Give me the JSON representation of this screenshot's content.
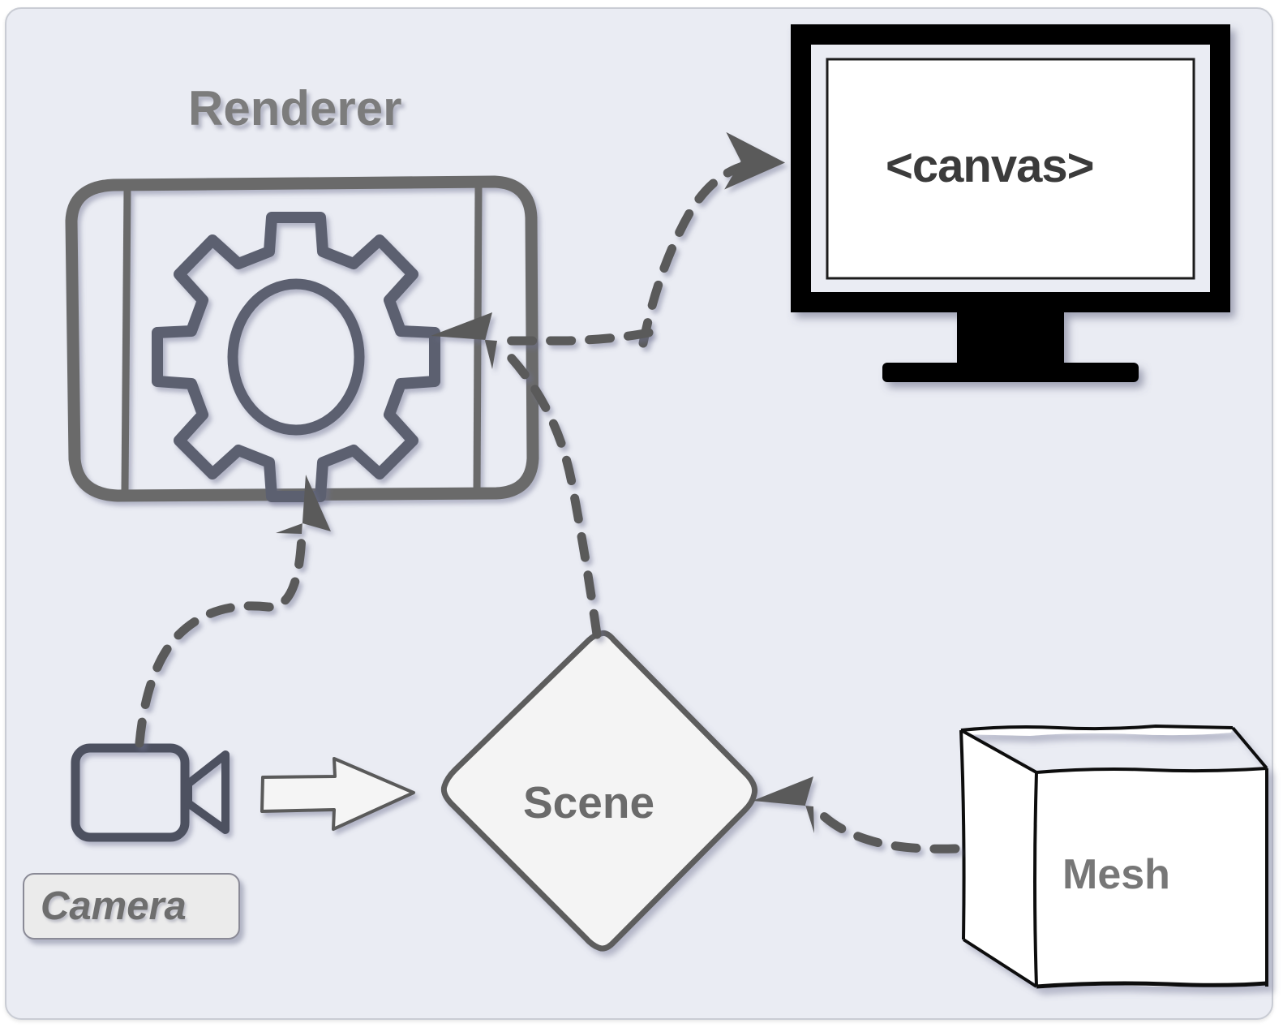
{
  "diagram": {
    "title_visible": false,
    "background_color": "#eaecf3",
    "frame_border_color": "#c9ccd4",
    "nodes": {
      "renderer_title": {
        "label": "Renderer",
        "color": "#7c7c7c",
        "shape": "text-heading"
      },
      "renderer_box": {
        "icon_name": "gear-icon",
        "shape": "rounded-rect-viewport",
        "stroke_color": "#6b6b6b",
        "gear_stroke_color": "#5c6070"
      },
      "canvas_monitor": {
        "label": "<canvas>",
        "shape": "monitor",
        "bezel_color": "#000000",
        "screen_color": "#ffffff",
        "text_color": "#3b3b3b"
      },
      "camera": {
        "label": "Camera",
        "icon_name": "video-camera-icon",
        "shape": "rounded-rect-label",
        "stroke_color": "#4e5160",
        "box_fill": "#ebebeb",
        "box_border": "#8a8a96",
        "text_color": "#6e6e6e"
      },
      "scene": {
        "label": "Scene",
        "shape": "diamond",
        "fill_color": "#f4f4f4",
        "stroke_color": "#5d5d5d",
        "text_color": "#6b6b6b"
      },
      "mesh": {
        "label": "Mesh",
        "shape": "cube",
        "fill_color": "#ffffff",
        "stroke_color": "#111111",
        "text_color": "#777777"
      }
    },
    "edges": [
      {
        "name": "renderer-to-canvas",
        "from": "renderer_box",
        "to": "canvas_monitor",
        "style": "dashed-curve",
        "arrowhead": "right",
        "color": "#5a5a5a"
      },
      {
        "name": "canvas-to-renderer",
        "from": "canvas_monitor",
        "to": "renderer_box",
        "style": "dashed-curve",
        "arrowhead": "left",
        "color": "#5a5a5a"
      },
      {
        "name": "scene-to-renderer",
        "from": "scene",
        "to": "renderer_box",
        "style": "dashed-curve",
        "arrowhead": "left",
        "color": "#5a5a5a"
      },
      {
        "name": "camera-to-renderer",
        "from": "camera",
        "to": "renderer_box",
        "style": "dashed-curve",
        "arrowhead": "up",
        "color": "#5a5a5a"
      },
      {
        "name": "camera-to-scene",
        "from": "camera",
        "to": "scene",
        "style": "solid-block-arrow",
        "arrowhead": "right",
        "fill_color": "#f5f5f5",
        "stroke_color": "#5a5a5a"
      },
      {
        "name": "mesh-to-scene",
        "from": "mesh",
        "to": "scene",
        "style": "dashed-curve",
        "arrowhead": "left",
        "color": "#5a5a5a"
      }
    ]
  }
}
